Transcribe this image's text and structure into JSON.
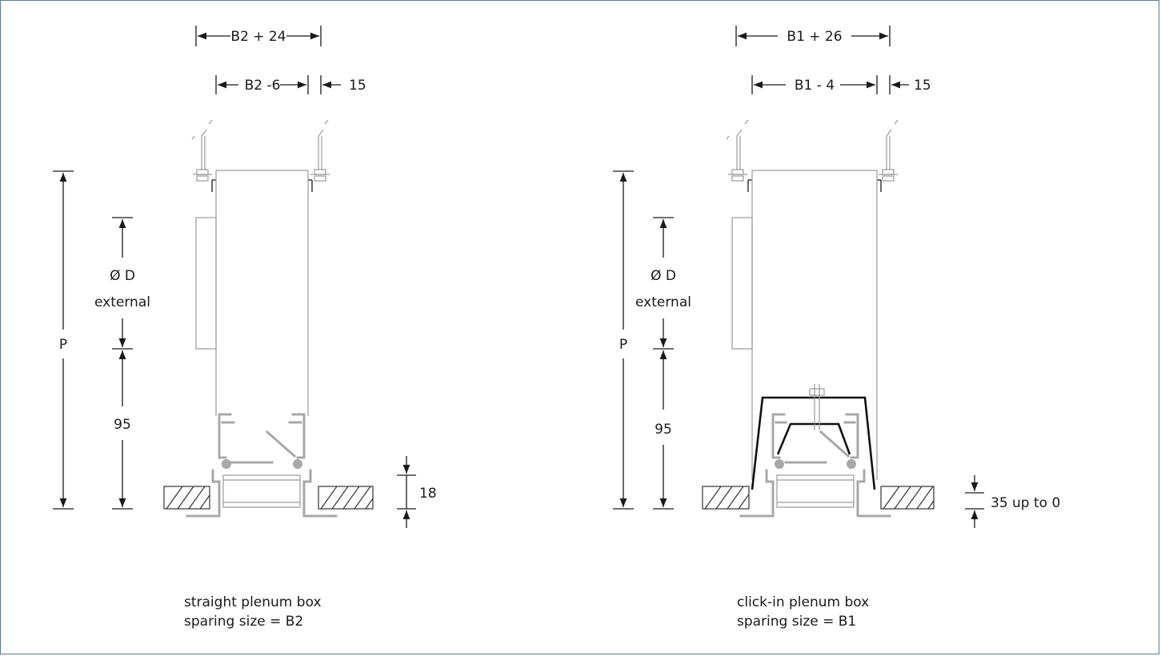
{
  "left_drawing": {
    "dim_top": "B2 + 24",
    "dim_inner": "B2 -6",
    "dim_side": "15",
    "dim_height": "P",
    "dim_duct_line1": "Ø D",
    "dim_duct_line2": "external",
    "dim_lower": "95",
    "dim_edge": "18",
    "caption_line1": "straight plenum box",
    "caption_line2": "sparing size = B2"
  },
  "right_drawing": {
    "dim_top": "B1 + 26",
    "dim_inner": "B1 - 4",
    "dim_side": "15",
    "dim_height": "P",
    "dim_duct_line1": "Ø D",
    "dim_duct_line2": "external",
    "dim_lower": "95",
    "dim_edge": "35 up to 0",
    "caption_line1": "click-in plenum box",
    "caption_line2": "sparing size = B1"
  },
  "colors": {
    "border": "#5a7a99",
    "lines": "#1a1a1a",
    "profile_grey": "#a8a8a8"
  }
}
